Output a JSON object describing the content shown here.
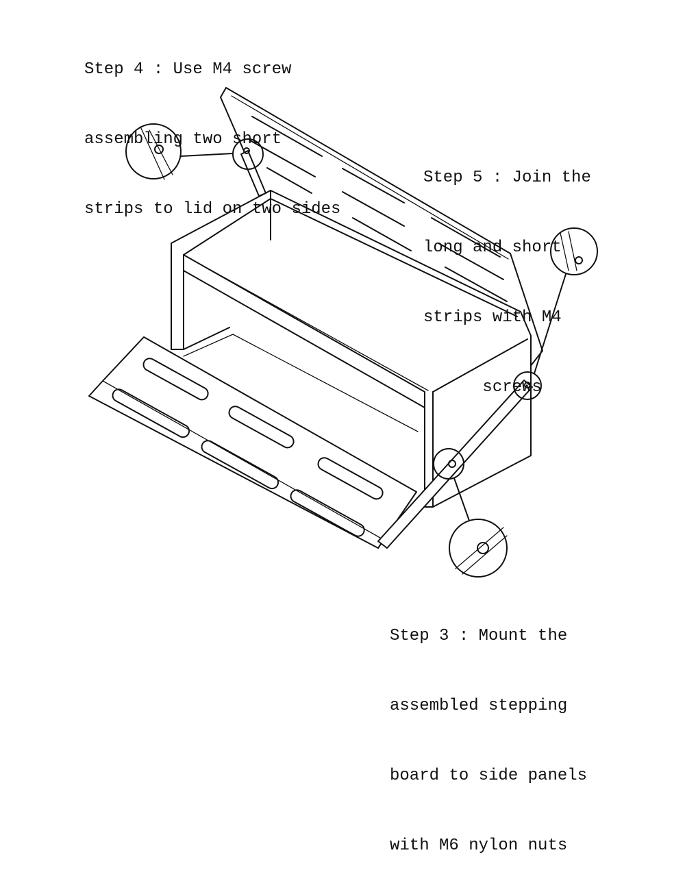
{
  "steps": [
    {
      "id": "step4",
      "lines": [
        "Step 4 : Use M4 screw",
        "assembling two short",
        "strips to lid on two sides"
      ]
    },
    {
      "id": "step5",
      "lines": [
        "Step 5 : Join the",
        "long and short",
        "strips with M4",
        "      screws"
      ]
    },
    {
      "id": "step3",
      "lines": [
        "Step 3 : Mount the",
        "assembled stepping",
        "board to side panels",
        "with M6 nylon nuts"
      ]
    }
  ],
  "colors": {
    "line": "#111111",
    "background": "#ffffff"
  }
}
